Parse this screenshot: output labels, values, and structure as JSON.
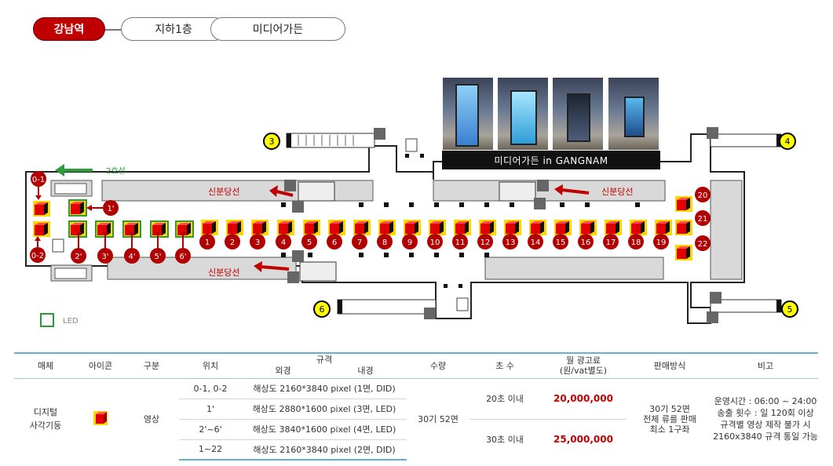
{
  "breadcrumb": {
    "station": "강남역",
    "floor": "지하1층",
    "zone": "미디어가든"
  },
  "colors": {
    "accent": "#c00000",
    "route_line2": "#2e9b3a",
    "badge_yellow": "#ffff00",
    "cube_red": "#e00000",
    "cube_yellow": "#ffd700",
    "table_rule": "#5fb3cf"
  },
  "map": {
    "line_label": "2호선",
    "id_check_label": "신분당선",
    "legend_label": "LED",
    "photo_caption": "미디어가든 in GANGNAM",
    "exits": [
      "3",
      "4",
      "5",
      "6"
    ],
    "row_pillars": [
      "1",
      "2",
      "3",
      "4",
      "5",
      "6",
      "7",
      "8",
      "9",
      "10",
      "11",
      "12",
      "13",
      "14",
      "15",
      "16",
      "17",
      "18",
      "19"
    ],
    "right_pillars": [
      "20",
      "21",
      "22"
    ],
    "left_pillars": [
      "1'",
      "2'",
      "3'",
      "4'",
      "5'",
      "6'"
    ],
    "end_pillars": [
      "0-1",
      "0-2"
    ],
    "icons": [
      "escalator-icon",
      "elevator-icon",
      "emergency-exit-icon",
      "stairs-icon"
    ]
  },
  "table": {
    "headers": {
      "media": "매체",
      "icon": "아이콘",
      "type": "구분",
      "position": "위치",
      "spec": "규격",
      "spec_outer": "외경",
      "spec_inner": "내경",
      "qty": "수량",
      "seconds": "초 수",
      "fee": "월 광고료\n(원/vat별도)",
      "sales": "판매방식",
      "note": "비고"
    },
    "media_name": "디지털\n사각기둥",
    "media_type": "영상",
    "rows": [
      {
        "position": "0-1, 0-2",
        "spec": "해상도 2160*3840 pixel (1면, DID)"
      },
      {
        "position": "1'",
        "spec": "해상도 2880*1600 pixel (3면, LED)"
      },
      {
        "position": "2'~6'",
        "spec": "해상도 3840*1600 pixel (4면, LED)"
      },
      {
        "position": "1~22",
        "spec": "해상도 2160*3840 pixel (2면, DID)"
      }
    ],
    "quantity": "30기 52면",
    "seconds_a": "20초 이내",
    "seconds_b": "30초 이내",
    "fee_a": "20,000,000",
    "fee_b": "25,000,000",
    "sales": "30기 52면\n전체 류를 판매\n최소 1구좌",
    "note": "운영시간 : 06:00 ~ 24:00\n송출 횟수 : 일 120회 이상\n규격별 영상 제작 불가 시\n2160x3840 규격 통일 가능"
  }
}
